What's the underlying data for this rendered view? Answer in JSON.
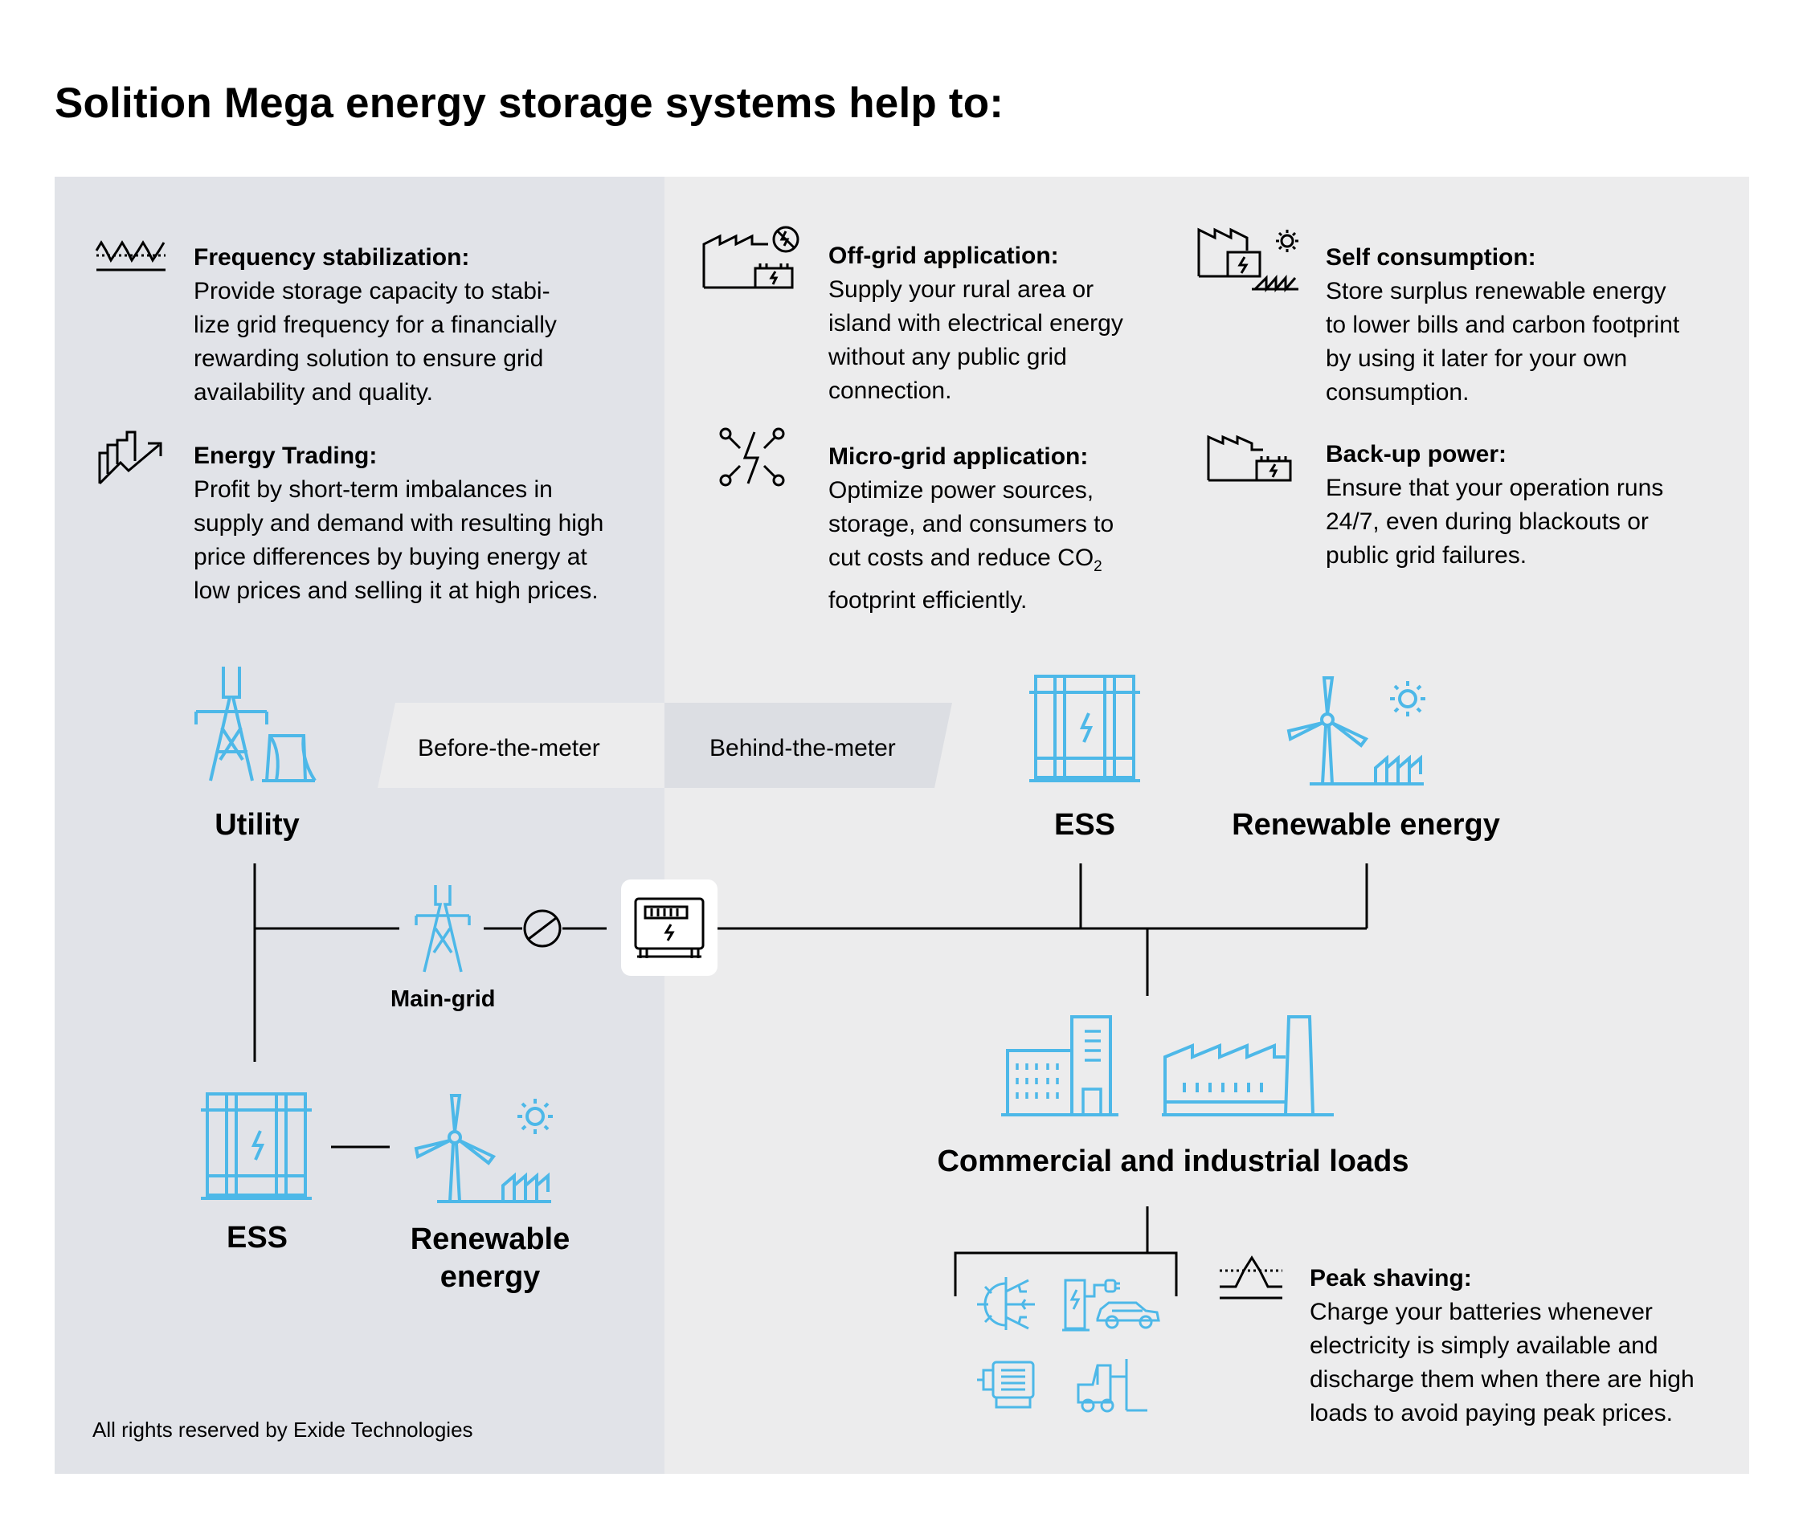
{
  "title": "Solition Mega energy storage systems help to:",
  "features": {
    "frequency": {
      "title": "Frequency stabilization:",
      "description": "Provide storage capacity to stabi-\nlize grid frequency for a financially\nrewarding solution to ensure grid\navailability and quality."
    },
    "trading": {
      "title": "Energy Trading:",
      "description": "Profit by short-term imbalances in\nsupply and demand with resulting high\nprice differences by buying energy at\nlow prices and selling it at high prices."
    },
    "offgrid": {
      "title": "Off-grid application:",
      "description": "Supply your rural area or\nisland with electrical energy\nwithout any public grid\nconnection."
    },
    "microgrid": {
      "title": "Micro-grid application:",
      "description_lines": [
        "Optimize power sources,",
        "storage, and consumers to",
        "cut costs and reduce CO"
      ],
      "subscript": "2",
      "description_last": "footprint efficiently."
    },
    "selfconsumption": {
      "title": "Self consumption:",
      "description": "Store surplus renewable energy\nto lower bills and carbon footprint\nby using it later for your own\nconsumption."
    },
    "backup": {
      "title": "Back-up power:",
      "description": "Ensure that your operation runs\n24/7, even during blackouts or\npublic grid failures."
    },
    "peak": {
      "title": "Peak shaving:",
      "description": "Charge your batteries whenever\nelectricity is simply available and\ndischarge them when there are high\nloads to avoid paying peak prices."
    }
  },
  "diagram": {
    "before_meter": "Before-the-meter",
    "behind_meter": "Behind-the-meter",
    "utility": "Utility",
    "main_grid": "Main-grid",
    "ess_left": "ESS",
    "renewable_left": "Renewable\nenergy",
    "ess_right": "ESS",
    "renewable_right": "Renewable energy",
    "loads": "Commercial and industrial loads"
  },
  "copyright": "All rights reserved by Exide Technologies",
  "colors": {
    "panel_left": "#e1e3e8",
    "panel_right": "#ececed",
    "icon_blue": "#4db8e8",
    "text": "#000000"
  }
}
